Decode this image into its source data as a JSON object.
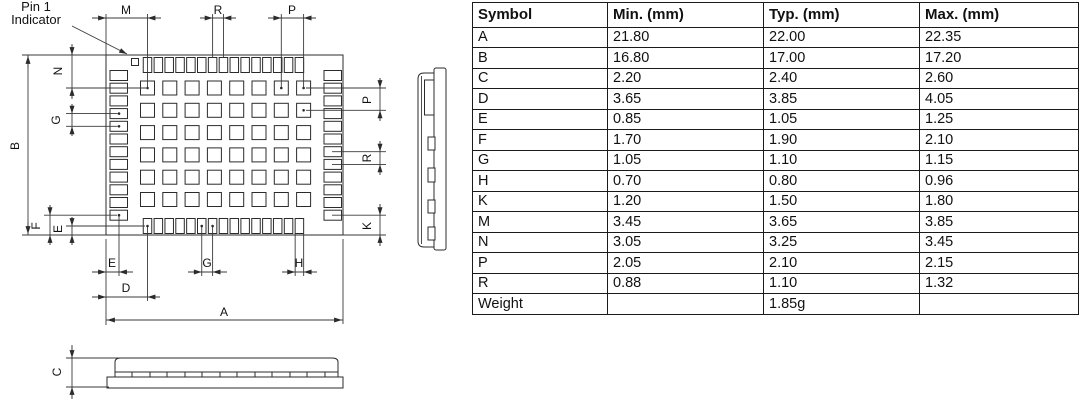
{
  "drawing": {
    "pin1": {
      "line1": "Pin 1",
      "line2": "Indicator"
    },
    "dim_labels": {
      "top": [
        "M",
        "R",
        "P"
      ],
      "left": [
        "B",
        "N",
        "G",
        "F",
        "E"
      ],
      "right": [
        "P",
        "R",
        "K"
      ],
      "bottom": [
        "E",
        "G",
        "H",
        "D",
        "A"
      ],
      "profile": [
        "C"
      ]
    },
    "line_color": "#2b2b2b"
  },
  "table": {
    "headers": [
      "Symbol",
      "Min. (mm)",
      "Typ. (mm)",
      "Max. (mm)"
    ],
    "rows": [
      [
        "A",
        "21.80",
        "22.00",
        "22.35"
      ],
      [
        "B",
        "16.80",
        "17.00",
        "17.20"
      ],
      [
        "C",
        "2.20",
        "2.40",
        "2.60"
      ],
      [
        "D",
        "3.65",
        "3.85",
        "4.05"
      ],
      [
        "E",
        "0.85",
        "1.05",
        "1.25"
      ],
      [
        "F",
        "1.70",
        "1.90",
        "2.10"
      ],
      [
        "G",
        "1.05",
        "1.10",
        "1.15"
      ],
      [
        "H",
        "0.70",
        "0.80",
        "0.96"
      ],
      [
        "K",
        "1.20",
        "1.50",
        "1.80"
      ],
      [
        "M",
        "3.45",
        "3.65",
        "3.85"
      ],
      [
        "N",
        "3.05",
        "3.25",
        "3.45"
      ],
      [
        "P",
        "2.05",
        "2.10",
        "2.15"
      ],
      [
        "R",
        "0.88",
        "1.10",
        "1.32"
      ],
      [
        "Weight",
        "",
        "1.85g",
        ""
      ]
    ]
  }
}
